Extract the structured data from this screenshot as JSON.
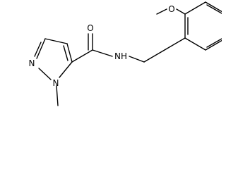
{
  "molecule": {
    "atoms": {
      "methoxy_oxygen": "O",
      "carbonyl_oxygen": "O",
      "amide_nitrogen": "NH",
      "pyrazole_n2": "N",
      "pyrazole_n1": "N"
    },
    "colors": {
      "bond": "#000000",
      "text": "#000000",
      "background": "#ffffff"
    }
  }
}
